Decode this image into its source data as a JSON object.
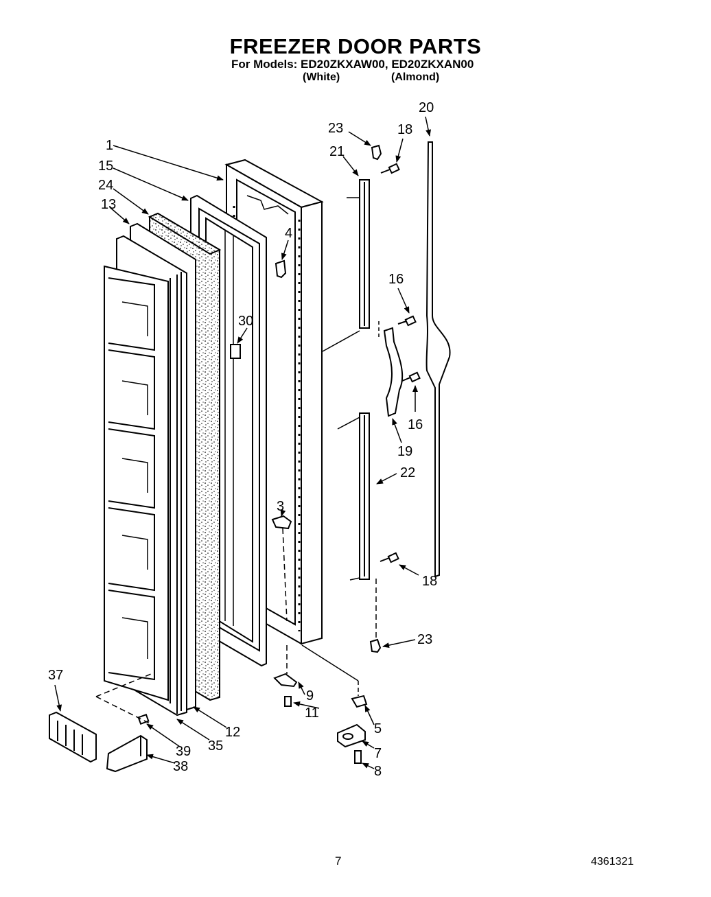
{
  "header": {
    "title": "FREEZER DOOR PARTS",
    "models_line": "For Models: ED20ZKXAW00, ED20ZKXAN00",
    "variant_1": "(White)",
    "variant_2": "(Almond)"
  },
  "callouts": [
    {
      "id": "label-20",
      "text": "20"
    },
    {
      "id": "label-23-top",
      "text": "23"
    },
    {
      "id": "label-18-top",
      "text": "18"
    },
    {
      "id": "label-21",
      "text": "21"
    },
    {
      "id": "label-1",
      "text": "1"
    },
    {
      "id": "label-15",
      "text": "15"
    },
    {
      "id": "label-24",
      "text": "24"
    },
    {
      "id": "label-13",
      "text": "13"
    },
    {
      "id": "label-4",
      "text": "4"
    },
    {
      "id": "label-16-top",
      "text": "16"
    },
    {
      "id": "label-30",
      "text": "30"
    },
    {
      "id": "label-16-bottom",
      "text": "16"
    },
    {
      "id": "label-19",
      "text": "19"
    },
    {
      "id": "label-22",
      "text": "22"
    },
    {
      "id": "label-3",
      "text": "3"
    },
    {
      "id": "label-18-bottom",
      "text": "18"
    },
    {
      "id": "label-23-bottom",
      "text": "23"
    },
    {
      "id": "label-37",
      "text": "37"
    },
    {
      "id": "label-9",
      "text": "9"
    },
    {
      "id": "label-11",
      "text": "11"
    },
    {
      "id": "label-12",
      "text": "12"
    },
    {
      "id": "label-5",
      "text": "5"
    },
    {
      "id": "label-39",
      "text": "39"
    },
    {
      "id": "label-35",
      "text": "35"
    },
    {
      "id": "label-7",
      "text": "7"
    },
    {
      "id": "label-38",
      "text": "38"
    },
    {
      "id": "label-8",
      "text": "8"
    }
  ],
  "footer": {
    "page_number": "7",
    "document_number": "4361321"
  }
}
